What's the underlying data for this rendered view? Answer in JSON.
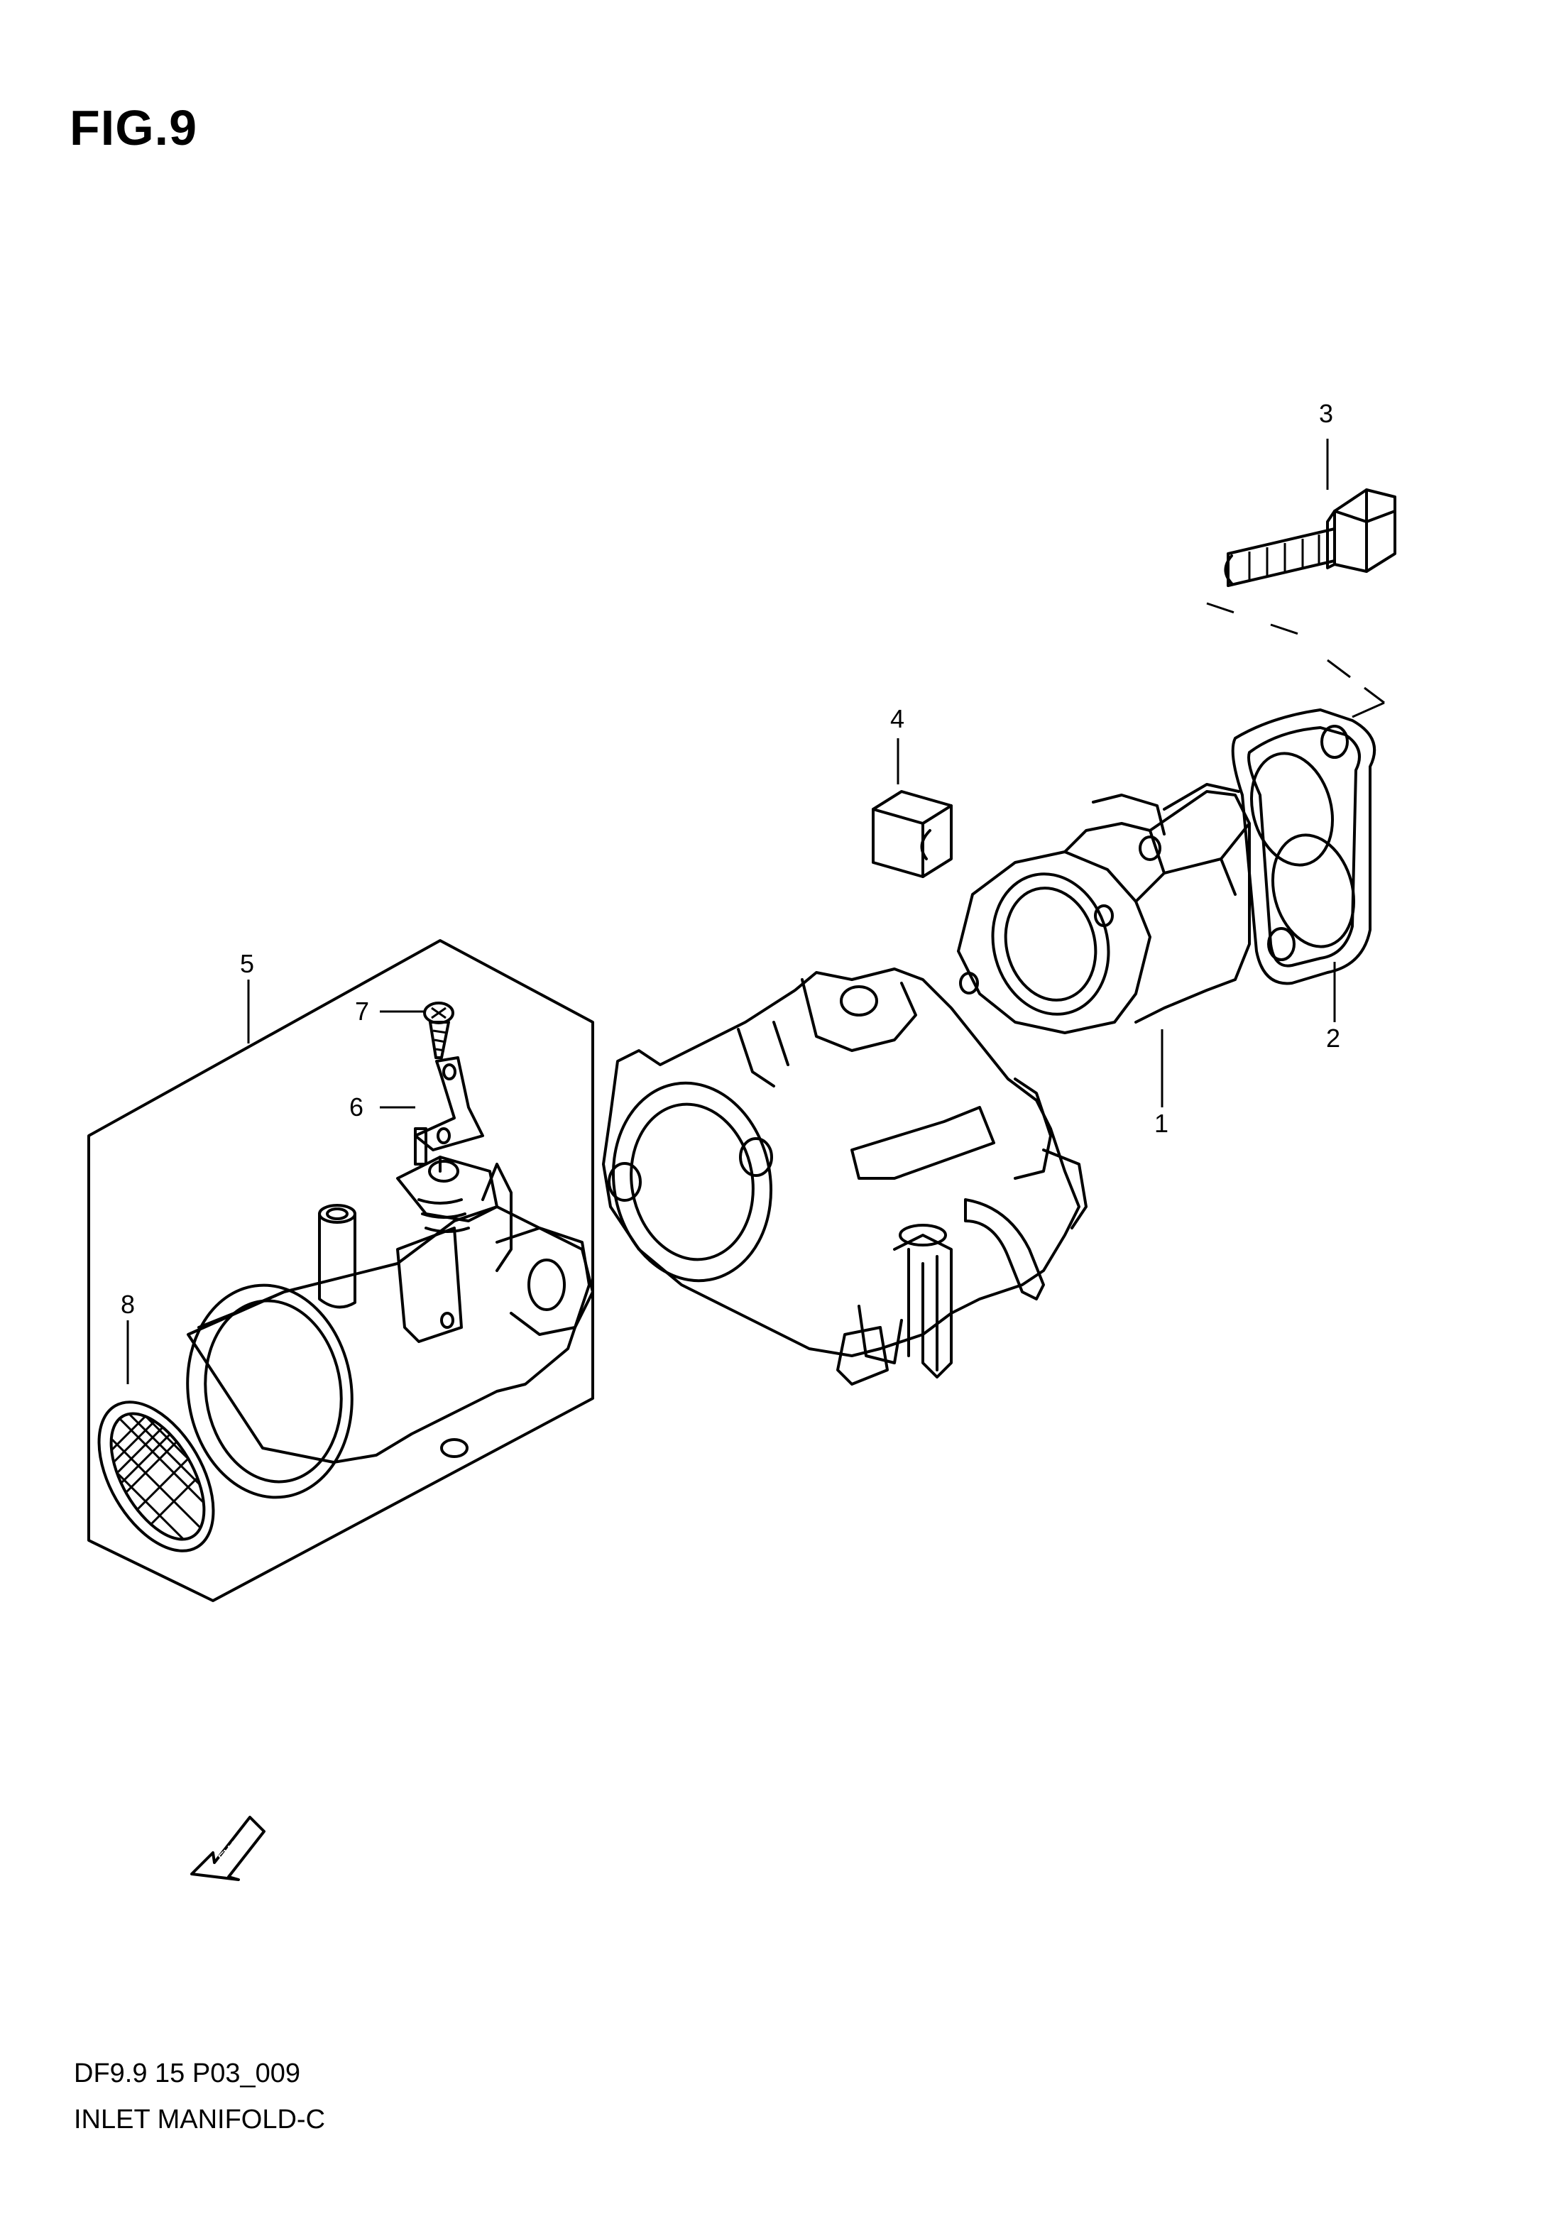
{
  "figure": {
    "title": "FIG.9",
    "code": "DF9.9 15 P03_009",
    "name": "INLET MANIFOLD-C"
  },
  "callouts": [
    "1",
    "2",
    "3",
    "4",
    "5",
    "6",
    "7",
    "8"
  ],
  "fwd_label": "FWD",
  "icons": {
    "fwd": "fwd-arrow-icon",
    "bolt": "bolt-icon",
    "gasket": "gasket-icon",
    "manifold": "manifold-icon",
    "carburetor": "carburetor-icon",
    "plug": "plug-icon",
    "throttle_body": "throttle-body-icon",
    "screen": "screen-icon"
  }
}
